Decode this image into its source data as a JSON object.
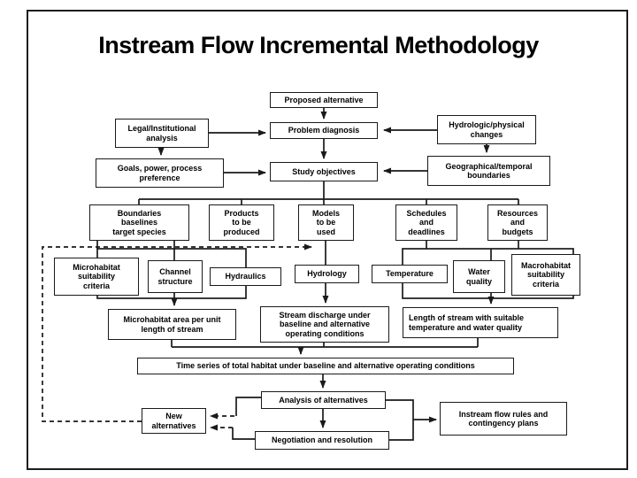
{
  "title": "Instream Flow Incremental Methodology",
  "colors": {
    "ink": "#1a1a1a",
    "background": "#ffffff"
  },
  "diagram": {
    "type": "flowchart",
    "nodes": {
      "proposed_alternative": "Proposed alternative",
      "legal_institutional": "Legal/Institutional\nanalysis",
      "problem_diagnosis": "Problem diagnosis",
      "hydrologic_physical": "Hydrologic/physical\nchanges",
      "goals_power": "Goals, power, process\npreference",
      "study_objectives": "Study objectives",
      "geographical_temporal": "Geographical/temporal\nboundaries",
      "boundaries_baselines": "Boundaries\nbaselines\ntarget species",
      "products_produced": "Products\nto be\nproduced",
      "models_used": "Models\nto be\nused",
      "schedules_deadlines": "Schedules\nand\ndeadlines",
      "resources_budgets": "Resources\nand\nbudgets",
      "microhabitat_criteria": "Microhabitat\nsuitability\ncriteria",
      "channel_structure": "Channel\nstructure",
      "hydraulics": "Hydraulics",
      "hydrology": "Hydrology",
      "temperature": "Temperature",
      "water_quality": "Water\nquality",
      "macrohabitat_criteria": "Macrohabitat\nsuitability\ncriteria",
      "microhabitat_area": "Microhabitat area per unit\nlength of stream",
      "stream_discharge": "Stream discharge under\nbaseline and alternative\noperating conditions",
      "length_stream": "Length of stream with suitable\ntemperature and water quality",
      "time_series": "Time series of total habitat under baseline and alternative operating conditions",
      "analysis_alternatives": "Analysis of alternatives",
      "new_alternatives": "New\nalternatives",
      "negotiation_resolution": "Negotiation and resolution",
      "instream_rules": "Instream flow rules and\ncontingency plans"
    }
  }
}
